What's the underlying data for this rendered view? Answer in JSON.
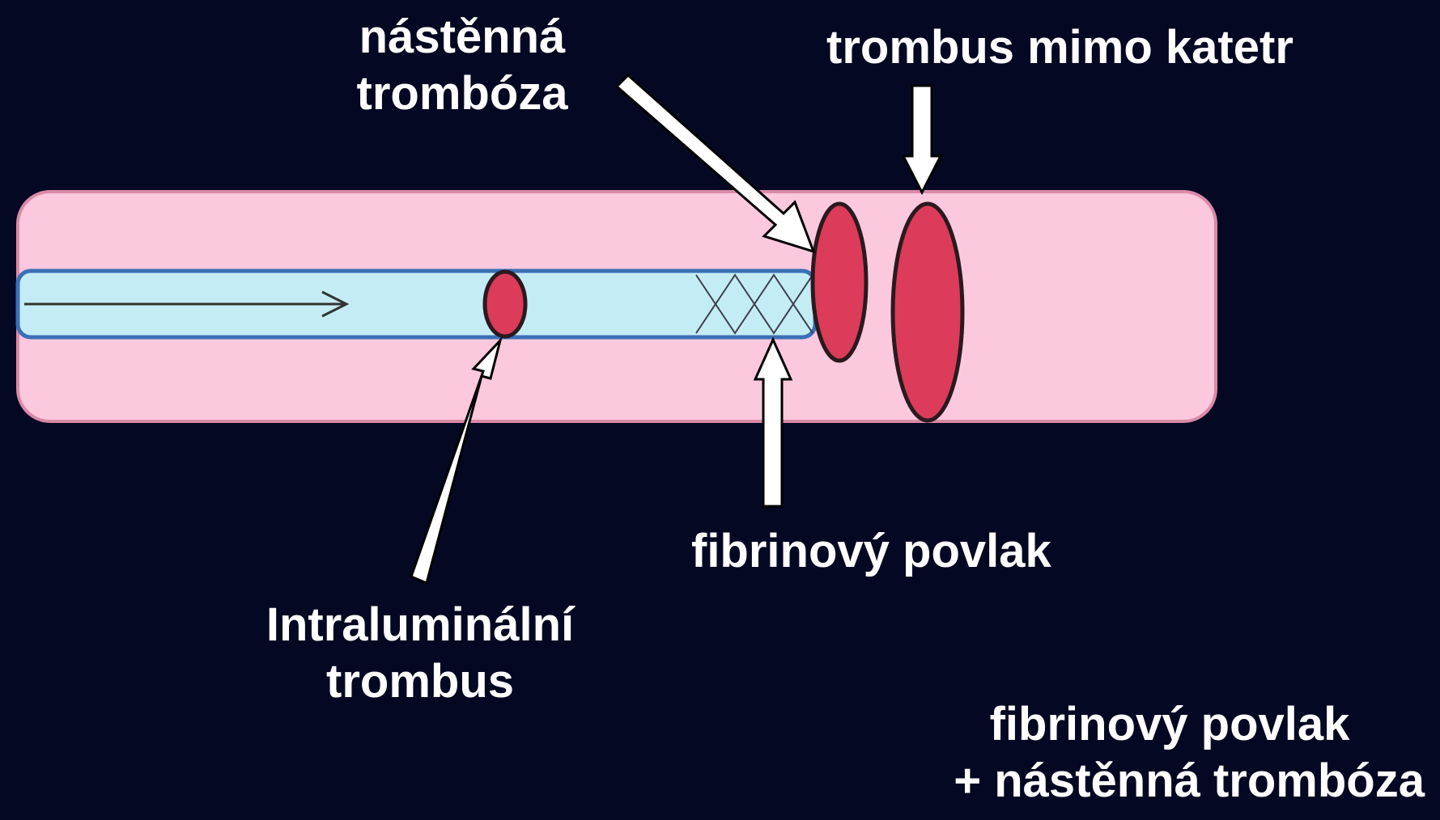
{
  "labels": {
    "wall_thrombosis": [
      "nástěnná",
      "trombóza"
    ],
    "thrombus_outside": "trombus mimo katetr",
    "intraluminal": [
      "Intraluminální",
      "trombus"
    ],
    "fibrin_sheath": "fibrinový povlak",
    "combo": [
      "fibrinový povlak",
      "+ nástěnná trombóza"
    ]
  },
  "colors": {
    "background": "#050822",
    "vessel_fill": "#fbc8de",
    "vessel_stroke": "#d98aa8",
    "catheter_fill": "#c4ecf4",
    "catheter_stroke": "#3b6fb6",
    "thrombus_fill": "#dc3b5a",
    "thrombus_stroke": "#2a1a1f"
  }
}
